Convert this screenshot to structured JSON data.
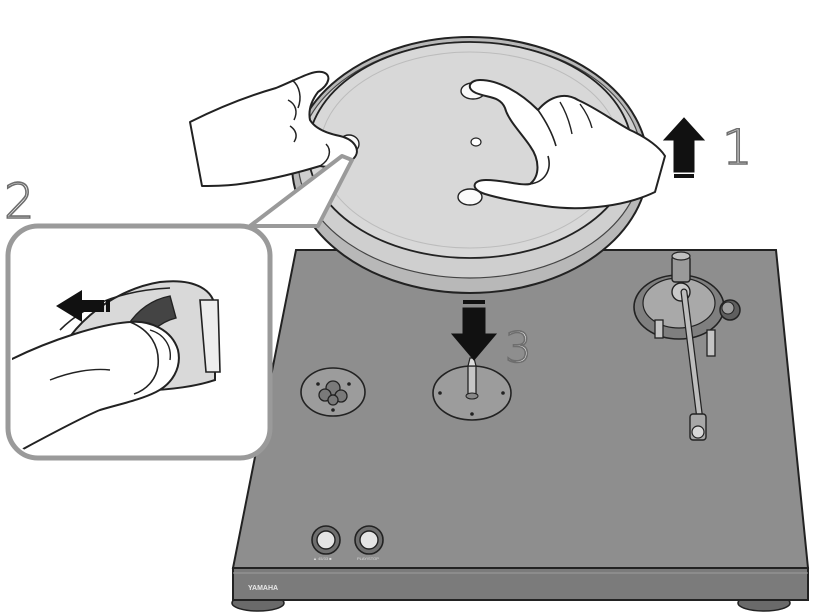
{
  "steps": {
    "step1": "1",
    "step2": "2",
    "step3": "3"
  },
  "turntable": {
    "brand": "YAMAHA",
    "button_left_label": "▲ 45/33 ■",
    "button_right_label": "PLAY/STOP"
  },
  "colors": {
    "body": "#8e8e8e",
    "body_dark": "#7a7a7a",
    "platter": "#d6d6d6",
    "platter_edge": "#b4b4b4",
    "outline": "#222222",
    "inset_border": "#9a9a9a"
  }
}
